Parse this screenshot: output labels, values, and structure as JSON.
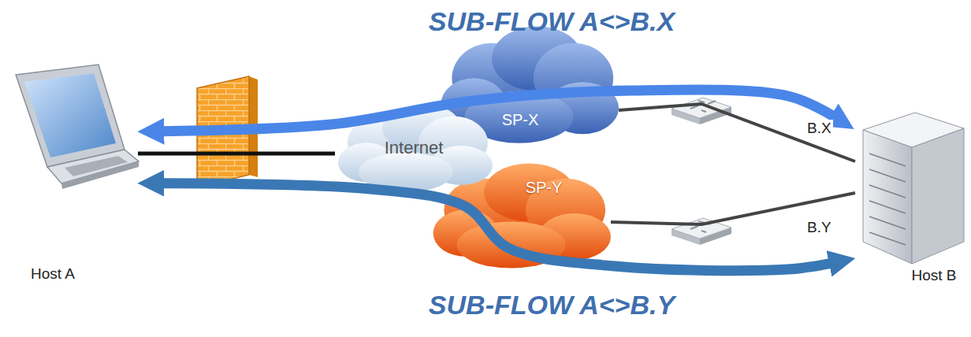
{
  "diagram": {
    "nodes": [
      {
        "text": [
          "Host A"
        ]
      },
      {
        "text": [
          "SP-X"
        ]
      },
      {
        "text": [
          "Internet"
        ]
      },
      {
        "text": [
          "SP-Y"
        ]
      },
      {
        "text": [
          "Host B"
        ]
      }
    ],
    "edges": [
      {
        "from": 0,
        "to": 4,
        "arrow": "both"
      },
      {
        "from": 0,
        "to": 4,
        "arrow": "both"
      },
      {
        "from": 0,
        "to": 2,
        "arrow": "none"
      },
      {
        "from": 1,
        "to": 4,
        "arrow": "none",
        "label": "B.X"
      },
      {
        "from": 3,
        "to": 4,
        "arrow": "none",
        "label": "B.Y"
      }
    ],
    "labels": [
      "SUB-FLOW A<>B.X",
      "SUB-FLOW A<>B.Y"
    ]
  }
}
